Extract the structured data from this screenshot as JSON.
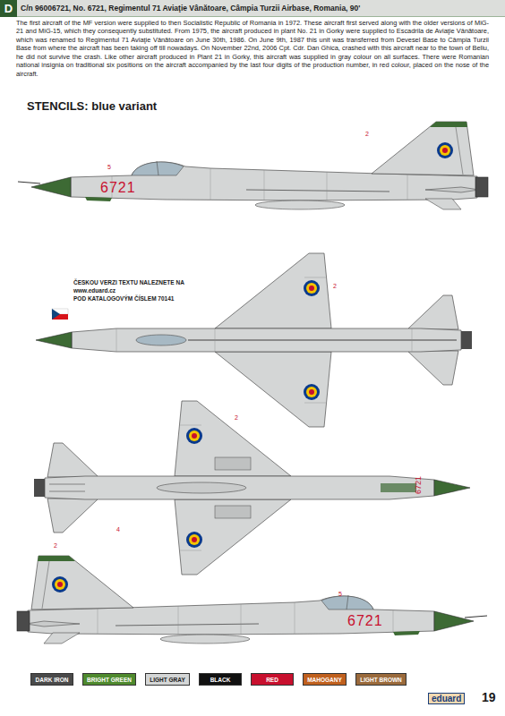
{
  "diagram": {
    "title": "C/n 96006721, No. 6721, Regimentul 71 Aviaţie Vânătoare, Câmpia Turzii Airbase, Romania, 90'",
    "nodes": [
      {
        "text": [
          "D"
        ]
      }
    ],
    "labels": [
      "The first aircraft of the MF version were supplied to then Socialistic Republic of Romania in 1972. These aircraft first served along with the older versions of MiG-21 and MiG-15, which they consequently substituted. From 1975, the aircraft produced in plant No. 21 in Gorky were supplied to Escadrila de Aviaţie Vânătoare, which was renamed to Regimentul 71 Aviaţie Vânătoare on June 30th, 1986. On June 9th, 1987 this unit was transferred from Devesel Base to Câmpia Turzii Base from where the aircraft has been taking off till nowadays. On November 22nd, 2006 Cpt. Cdr. Dan Ghica, crashed with this aircraft near to the town of Beliu, he did not survive the crash. Like other aircraft produced in Plant 21 in Gorky, this aircraft was supplied in gray colour on all surfaces. There were Romanian national insignia on traditional six positions on the aircraft accompanied by the last four digits of the production number, in red colour, placed on the nose of the aircraft.",
      "STENCILS: blue variant",
      "ČESKOU VERZI TEXTU NALEZNETE NA",
      "www.eduard.cz",
      "POD KATALOGOVÝM ČÍSLEM 70141",
      "6721",
      "6721",
      "6721",
      "2",
      "5",
      "2",
      "2",
      "4",
      "2",
      "5",
      "19",
      "eduard"
    ],
    "legend": [
      {
        "text": "DARK IRON",
        "color": "#4a4a4a"
      },
      {
        "text": "BRIGHT GREEN",
        "color": "#4f8a2e"
      },
      {
        "text": "LIGHT GRAY",
        "color": "#d4d6d6"
      },
      {
        "text": "BLACK",
        "color": "#111111"
      },
      {
        "text": "RED",
        "color": "#c8102e"
      },
      {
        "text": "MAHOGANY",
        "color": "#c0601e"
      },
      {
        "text": "LIGHT BROWN",
        "color": "#9a6a3c"
      }
    ]
  }
}
